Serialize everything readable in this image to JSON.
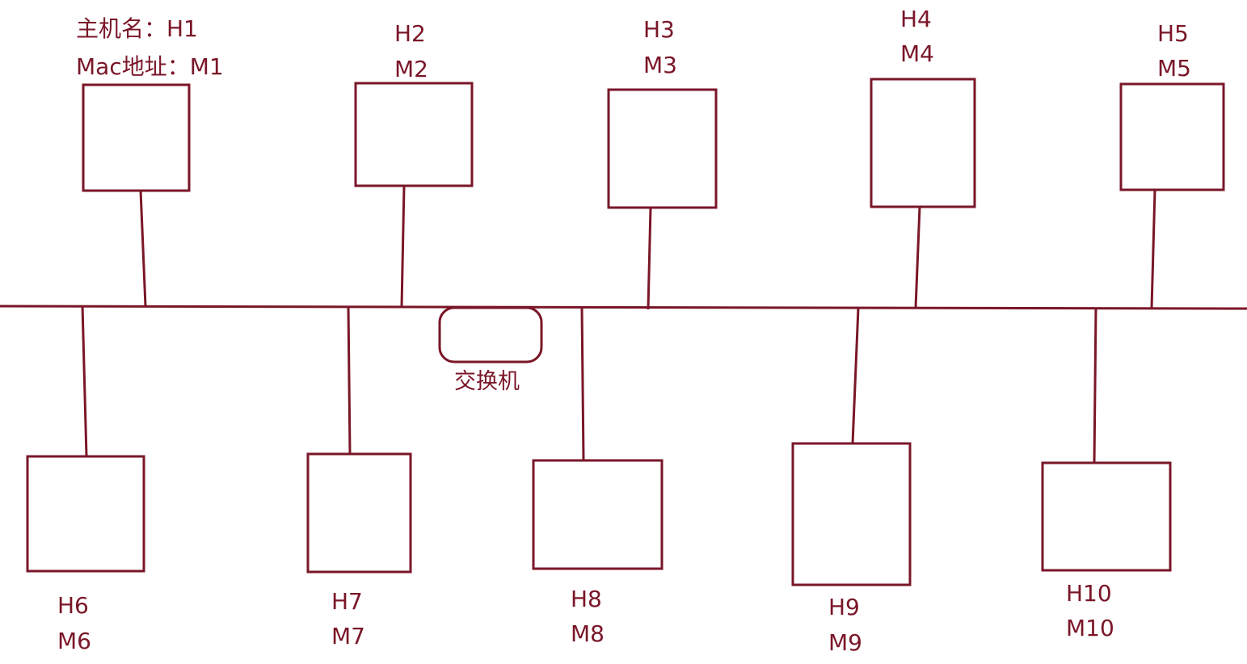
{
  "colors": {
    "stroke": "#7a1628",
    "text": "#7a1628",
    "background": "#ffffff"
  },
  "switch": {
    "label": "交换机"
  },
  "hosts": [
    {
      "host": "H1",
      "mac": "M1",
      "host_label": "主机名：H1",
      "mac_label": "Mac地址：M1",
      "row": "top"
    },
    {
      "host": "H2",
      "mac": "M2",
      "host_label": "H2",
      "mac_label": "M2",
      "row": "top"
    },
    {
      "host": "H3",
      "mac": "M3",
      "host_label": "H3",
      "mac_label": "M3",
      "row": "top"
    },
    {
      "host": "H4",
      "mac": "M4",
      "host_label": "H4",
      "mac_label": "M4",
      "row": "top"
    },
    {
      "host": "H5",
      "mac": "M5",
      "host_label": "H5",
      "mac_label": "M5",
      "row": "top"
    },
    {
      "host": "H6",
      "mac": "M6",
      "host_label": "H6",
      "mac_label": "M6",
      "row": "bottom"
    },
    {
      "host": "H7",
      "mac": "M7",
      "host_label": "H7",
      "mac_label": "M7",
      "row": "bottom"
    },
    {
      "host": "H8",
      "mac": "M8",
      "host_label": "H8",
      "mac_label": "M8",
      "row": "bottom"
    },
    {
      "host": "H9",
      "mac": "M9",
      "host_label": "H9",
      "mac_label": "M9",
      "row": "bottom"
    },
    {
      "host": "H10",
      "mac": "M10",
      "host_label": "H10",
      "mac_label": "M10",
      "row": "bottom"
    }
  ]
}
